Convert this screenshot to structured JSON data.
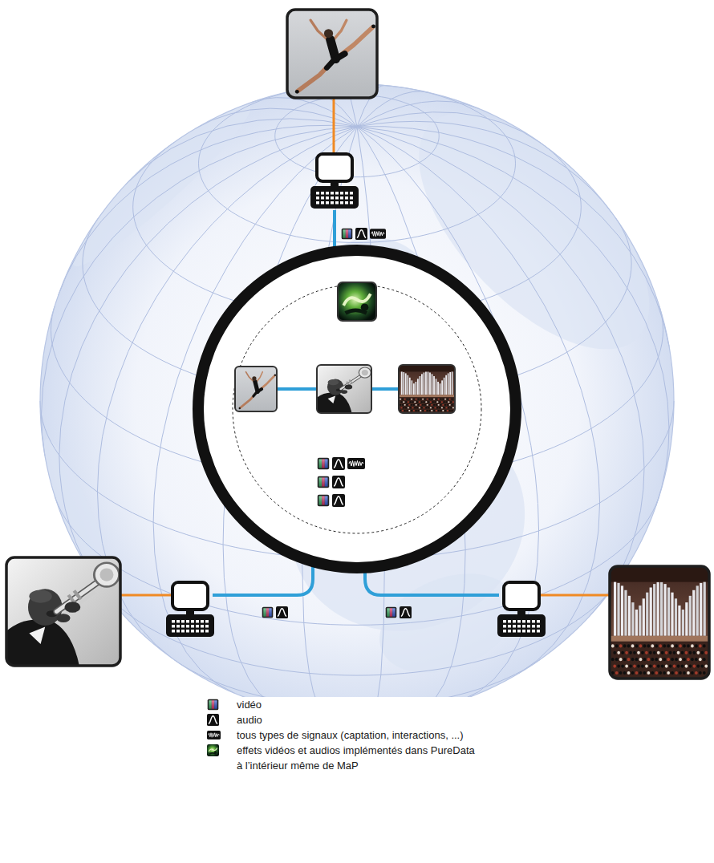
{
  "diagram": {
    "legend": [
      {
        "text": "vidéo"
      },
      {
        "text": "audio"
      },
      {
        "text": "tous types de signaux (captation, interactions, ...)"
      },
      {
        "text": "effets vidéos et audios implémentés dans PureData à l’intérieur même de MaP"
      }
    ]
  }
}
